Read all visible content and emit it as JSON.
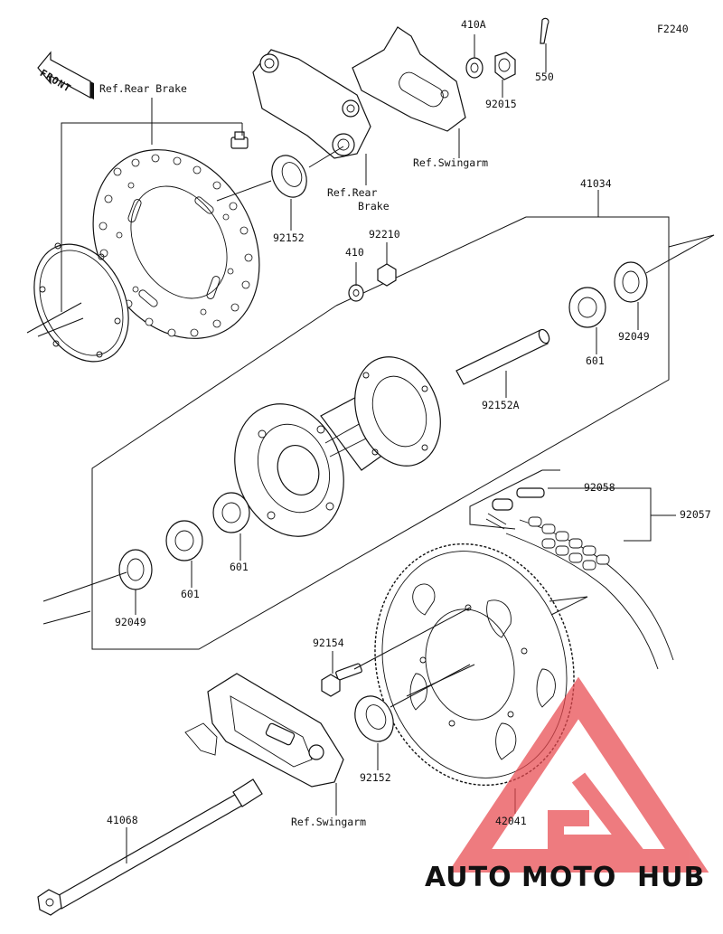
{
  "diagram_code": "F2240",
  "front_label": "FRONT",
  "refs": {
    "rear_brake_top": "Ref.Rear Brake",
    "rear_brake_mid_1": "Ref.Rear",
    "rear_brake_mid_2": "Brake",
    "swingarm_top": "Ref.Swingarm",
    "swingarm_bottom": "Ref.Swingarm"
  },
  "parts": {
    "p410A": "410A",
    "p550": "550",
    "p92015": "92015",
    "p92152_top": "92152",
    "p41034": "41034",
    "p410": "410",
    "p92210": "92210",
    "p601_right": "601",
    "p92049_right": "92049",
    "p92152A": "92152A",
    "p92058": "92058",
    "p92057": "92057",
    "p601_mid": "601",
    "p601_left": "601",
    "p92049_left": "92049",
    "p92154": "92154",
    "p92152_bottom": "92152",
    "p41068": "41068",
    "p42041": "42041"
  },
  "watermark": {
    "part1": "AUTO",
    "part2": "MOTO",
    "part3": "HUB",
    "color_orange": "#f6b03e",
    "color_red": "#e8494f",
    "color_gray": "#8a8a8a"
  }
}
